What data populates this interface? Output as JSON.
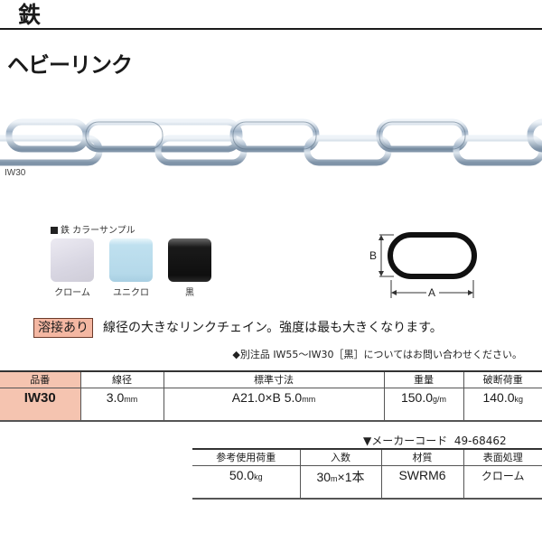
{
  "header": {
    "category": "鉄",
    "product_name": "ヘビーリンク"
  },
  "photo": {
    "caption": "IW30"
  },
  "color_samples": {
    "heading": "鉄 カラーサンプル",
    "swatches": [
      {
        "label": "クローム",
        "color": "#d8d6e2"
      },
      {
        "label": "ユニクロ",
        "color": "#b5d9ea"
      },
      {
        "label": "黒",
        "color": "#111111"
      }
    ]
  },
  "diagram": {
    "label_a": "A",
    "label_b": "B"
  },
  "description": {
    "badge": "溶接あり",
    "badge_color": "#f4b7a2",
    "text": "線径の大きなリンクチェイン。強度は最も大きくなります。",
    "note": "◆別注品 IW55〜IW30［黒］についてはお問い合わせください。"
  },
  "main_table": {
    "headers": [
      "品番",
      "線径",
      "標準寸法",
      "重量",
      "破断荷重"
    ],
    "row": {
      "model": "IW30",
      "wire_diameter": "3.0",
      "wire_diameter_unit": "mm",
      "dimensions": "A21.0×B 5.0",
      "dimensions_unit": "mm",
      "weight": "150.0",
      "weight_unit": "g/m",
      "breaking_load": "140.0",
      "breaking_load_unit": "kg"
    }
  },
  "maker_code": {
    "label": "▼メーカーコード",
    "value": "49-68462"
  },
  "sub_table": {
    "headers": [
      "参考使用荷重",
      "入数",
      "材質",
      "表面処理"
    ],
    "row": {
      "working_load": "50.0",
      "working_load_unit": "kg",
      "quantity_a": "30",
      "quantity_unit": "m",
      "quantity_b": "×1本",
      "material": "SWRM6",
      "finish": "クローム"
    }
  }
}
